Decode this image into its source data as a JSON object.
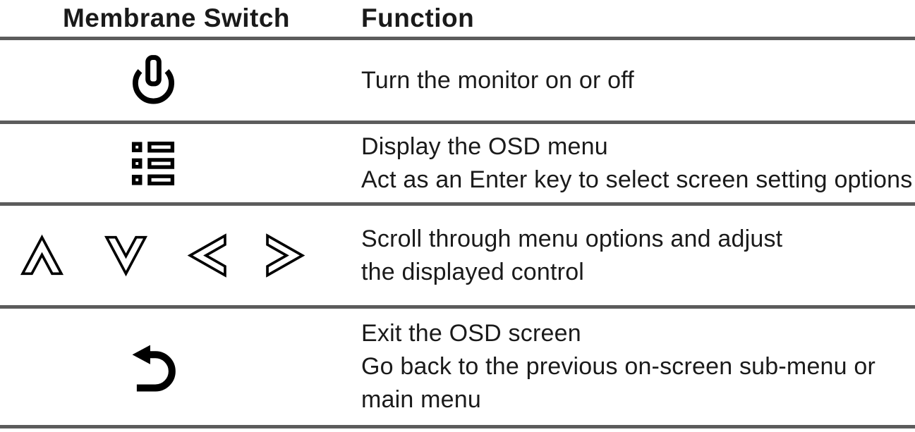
{
  "page": {
    "background": "#ffffff",
    "text_color": "#1a1a1a",
    "divider_color": "#5c5c5c",
    "icon_color": "#000000"
  },
  "table": {
    "columns": [
      {
        "label": "Membrane Switch"
      },
      {
        "label": "Function"
      }
    ],
    "rows": [
      {
        "name": "power",
        "icons": [
          {
            "name": "power-icon"
          }
        ],
        "function_lines": [
          "Turn the monitor on or off"
        ]
      },
      {
        "name": "osd-menu",
        "icons": [
          {
            "name": "osd-menu-icon"
          }
        ],
        "function_lines": [
          "Display the OSD menu",
          "Act as an Enter key to select screen setting options"
        ]
      },
      {
        "name": "navigation-arrows",
        "icons": [
          {
            "name": "arrow-up-icon"
          },
          {
            "name": "arrow-down-icon"
          },
          {
            "name": "arrow-left-icon"
          },
          {
            "name": "arrow-right-icon"
          }
        ],
        "function_lines": [
          "Scroll through menu options and adjust",
          "the displayed control"
        ]
      },
      {
        "name": "exit",
        "icons": [
          {
            "name": "return-icon"
          }
        ],
        "function_lines": [
          "Exit the OSD screen",
          "Go back to the previous on-screen sub-menu or",
          "main menu"
        ]
      }
    ]
  }
}
